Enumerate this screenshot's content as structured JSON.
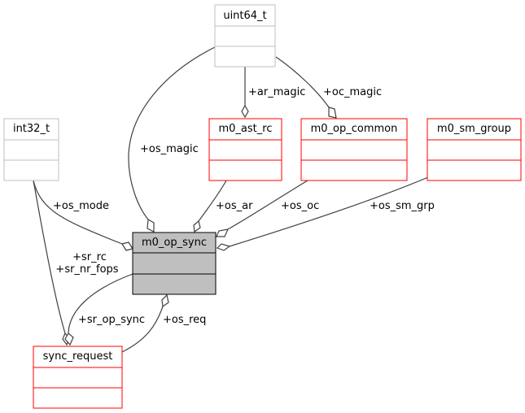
{
  "diagram": {
    "type": "collaboration-graph",
    "classes": [
      {
        "id": "uint64_t",
        "name": "uint64_t",
        "style": "external"
      },
      {
        "id": "int32_t",
        "name": "int32_t",
        "style": "external"
      },
      {
        "id": "m0_ast_rc",
        "name": "m0_ast_rc",
        "style": "linked"
      },
      {
        "id": "m0_op_common",
        "name": "m0_op_common",
        "style": "linked"
      },
      {
        "id": "m0_sm_group",
        "name": "m0_sm_group",
        "style": "linked"
      },
      {
        "id": "m0_op_sync",
        "name": "m0_op_sync",
        "style": "focus"
      },
      {
        "id": "sync_request",
        "name": "sync_request",
        "style": "linked"
      }
    ],
    "edges": [
      {
        "from": "uint64_t",
        "to": "m0_ast_rc",
        "label": "+ar_magic"
      },
      {
        "from": "uint64_t",
        "to": "m0_op_common",
        "label": "+oc_magic"
      },
      {
        "from": "uint64_t",
        "to": "m0_op_sync",
        "label": "+os_magic"
      },
      {
        "from": "int32_t",
        "to": "m0_op_sync",
        "label": "+os_mode"
      },
      {
        "from": "m0_ast_rc",
        "to": "m0_op_sync",
        "label": "+os_ar"
      },
      {
        "from": "m0_op_common",
        "to": "m0_op_sync",
        "label": "+os_oc"
      },
      {
        "from": "m0_sm_group",
        "to": "m0_op_sync",
        "label": "+os_sm_grp"
      },
      {
        "from": "int32_t",
        "to": "sync_request",
        "label": "+sr_rc\n+sr_nr_fops"
      },
      {
        "from": "m0_op_sync",
        "to": "sync_request",
        "label": "+sr_op_sync"
      },
      {
        "from": "sync_request",
        "to": "m0_op_sync",
        "label": "+os_req"
      }
    ],
    "labels": {
      "ar_magic": "+ar_magic",
      "oc_magic": "+oc_magic",
      "os_magic": "+os_magic",
      "os_mode": "+os_mode",
      "os_ar": "+os_ar",
      "os_oc": "+os_oc",
      "os_sm_grp": "+os_sm_grp",
      "sr_rc": "+sr_rc",
      "sr_nr_fops": "+sr_nr_fops",
      "sr_op_sync": "+sr_op_sync",
      "os_req": "+os_req"
    },
    "colors": {
      "external_border": "#bfbfbf",
      "linked_border": "#ff0000",
      "focus_fill": "#bfbfbf",
      "focus_border": "#000000",
      "edge": "#404040"
    }
  }
}
